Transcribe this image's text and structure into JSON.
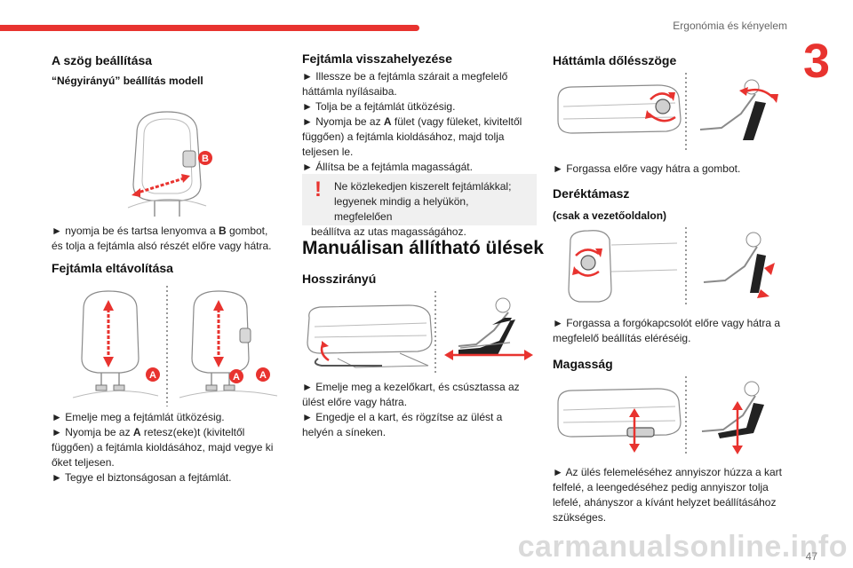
{
  "header": {
    "running_title": "Ergonómia és kényelem",
    "chapter_number": "3",
    "page_number": "47",
    "watermark": "carmanualsonline.info"
  },
  "col1": {
    "title": "A szög beállítása",
    "subtitle": "“Négyirányú” beállítás modell",
    "fig1_label_b": "B",
    "text1_a": "► nyomja be és tartsa lenyomva a ",
    "text1_bold": "B",
    "text1_b": " gombot,",
    "text1_line2": "és tolja a fejtámla alsó részét előre vagy hátra.",
    "removal_title": "Fejtámla eltávolítása",
    "fig2_label_a1": "A",
    "fig2_label_a2": "A",
    "fig2_label_a3": "A",
    "steps": [
      "► Emelje meg a fejtámlát ütközésig.",
      "► Nyomja be az ",
      "A",
      " retesz(eke)t (kiviteltől",
      "függően) a fejtámla kioldásához, majd vegye ki",
      "őket teljesen.",
      "► Tegye el biztonságosan a fejtámlát."
    ]
  },
  "col2": {
    "title": "Fejtámla visszahelyezése",
    "lines": [
      "► Illessze be a fejtámla szárait a megfelelő",
      "háttámla nyílásaiba.",
      "► Tolja be a fejtámlát ütközésig.",
      "► Nyomja be az ",
      "A",
      " fület (vagy füleket, kiviteltől",
      "függően) a fejtámla kioldásához, majd tolja",
      "teljesen le.",
      "► Állítsa be a fejtámla magasságát."
    ],
    "warning": [
      "Ne közlekedjen kiszerelt fejtámlákkal;",
      "legyenek mindig a helyükön, megfelelően",
      "beállítva az utas magasságához."
    ],
    "warning_mark": "!",
    "section_title": "Manuálisan állítható ülések",
    "long_title": "Hosszirányú",
    "long_lines": [
      "► Emelje meg a kezelőkart, és csúsztassa az",
      "ülést előre vagy hátra.",
      "► Engedje el a kart, és rögzítse az ülést a",
      "helyén a síneken."
    ]
  },
  "col3": {
    "recline_title": "Háttámla dőlésszöge",
    "recline_text": "► Forgassa előre vagy hátra a gombot.",
    "lumbar_title": "Deréktámasz",
    "lumbar_subtitle": "(csak a vezetőoldalon)",
    "lumbar_lines": [
      "► Forgassa a forgókapcsolót előre vagy hátra a",
      "megfelelő beállítás eléréséig."
    ],
    "height_title": "Magasság",
    "height_lines": [
      "► Az ülés felemeléséhez annyiszor húzza a kart",
      "felfelé, a leengedéséhez pedig annyiszor tolja",
      "lefelé, ahányszor a kívánt helyzet beállításához",
      "szükséges."
    ]
  },
  "colors": {
    "accent": "#e8332f",
    "warning_bg": "#f0f0f0",
    "figure_line": "#8a8a8a"
  }
}
